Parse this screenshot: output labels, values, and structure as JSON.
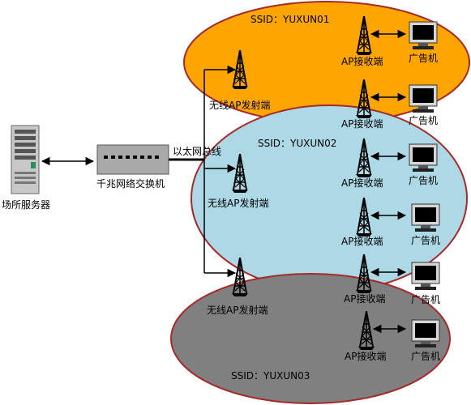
{
  "zones": [
    {
      "ssid": "SSID：YUXUN01",
      "fill": "#ffa500"
    },
    {
      "ssid": "SSID：YUXUN02",
      "fill": "#add8e6"
    },
    {
      "ssid": "SSID：YUXUN03",
      "fill": "#808080"
    }
  ],
  "zone_border": "#a52a2a",
  "server_label": "场所服务器",
  "switch_label": "千兆网络交换机",
  "bus_label": "以太网总线",
  "transmitters": [
    {
      "label": "无线AP发射端"
    },
    {
      "label": "无线AP发射端"
    },
    {
      "label": "无线AP发射端"
    }
  ],
  "receivers": [
    {
      "label": "AP接收端"
    },
    {
      "label": "AP接收端"
    },
    {
      "label": "AP接收端"
    },
    {
      "label": "AP接收端"
    },
    {
      "label": "AP接收端"
    },
    {
      "label": "AP接收端"
    }
  ],
  "ad_machines": [
    {
      "label": "广告机"
    },
    {
      "label": "广告机"
    },
    {
      "label": "广告机"
    },
    {
      "label": "广告机"
    },
    {
      "label": "广告机"
    },
    {
      "label": "广告机"
    }
  ]
}
